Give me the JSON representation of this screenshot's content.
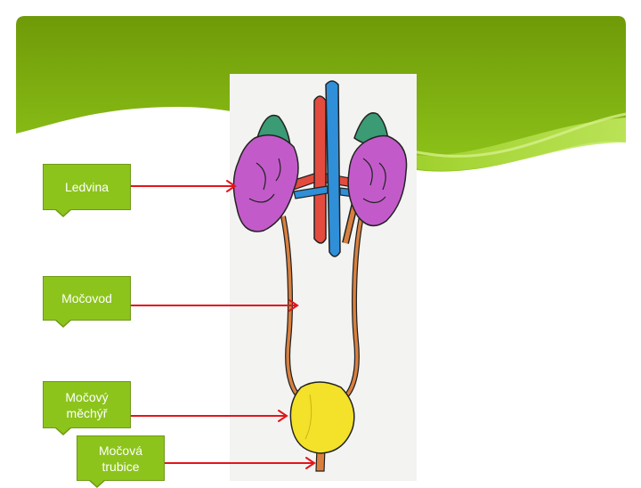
{
  "colors": {
    "header_dark": "#6f9a08",
    "header_light": "#a4d62a",
    "label_fill": "#8cc41c",
    "arrow": "#e3141b",
    "kidney": "#c25bc9",
    "adrenal": "#3a9b74",
    "artery": "#e44b3f",
    "vein": "#2f8fd8",
    "ureter": "#d9803e",
    "bladder": "#f3e12a"
  },
  "labels": {
    "kidney": "Ledvina",
    "ureter": "Močovod",
    "bladder_line1": "Močový",
    "bladder_line2": "měchýř",
    "urethra_line1": "Močová",
    "urethra_line2": "trubice"
  }
}
